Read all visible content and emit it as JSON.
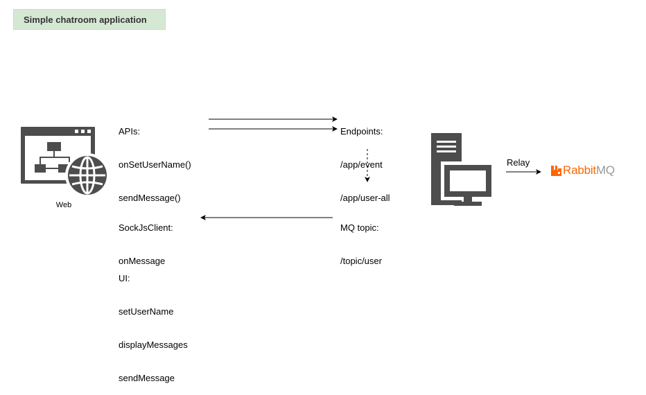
{
  "title": "Simple chatroom application",
  "web": {
    "label": "Web",
    "apis": [
      "APIs:",
      "onSetUserName()",
      "sendMessage()"
    ],
    "client": [
      "SockJsClient:",
      "onMessage"
    ],
    "ui": [
      "UI:",
      "setUserName",
      "displayMessages",
      "sendMessage"
    ]
  },
  "server": {
    "endpoints": [
      "Endpoints:",
      "/app/event",
      "/app/user-all"
    ],
    "mq_topic": [
      "MQ topic:",
      "/topic/user"
    ],
    "relay_label": "Relay"
  },
  "broker": {
    "logo_text_primary": "Rabbit",
    "logo_text_secondary": "MQ",
    "logo_color": "#ff6600"
  },
  "colors": {
    "title_bg": "#d5e8d4",
    "icon": "#4d4d4d"
  },
  "icons": [
    "web-app-icon",
    "globe-icon",
    "server-computer-icon",
    "rabbitmq-logo-icon"
  ]
}
